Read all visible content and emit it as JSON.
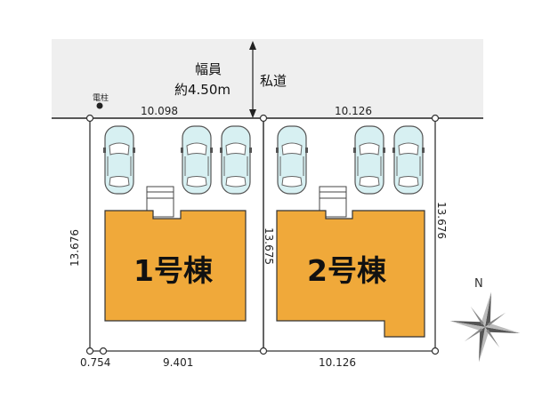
{
  "road": {
    "name": "私道",
    "width_label": "幅員",
    "width_value": "約4.50m"
  },
  "utility_pole": "電柱",
  "compass": {
    "north": "N"
  },
  "lots": [
    {
      "building": "1号棟",
      "frontage": "10.098",
      "left_depth": "13.676",
      "right_depth": "13.675",
      "rear": "9.401",
      "rear_corner": "0.754",
      "parking_spaces": 3
    },
    {
      "building": "2号棟",
      "frontage": "10.126",
      "right_depth": "13.676",
      "rear": "10.126",
      "parking_spaces": 3
    }
  ],
  "colors": {
    "building_fill": "#F0A93A",
    "road_fill": "#EFEFEF",
    "car_fill": "#D7F0F2",
    "line": "#333333"
  }
}
